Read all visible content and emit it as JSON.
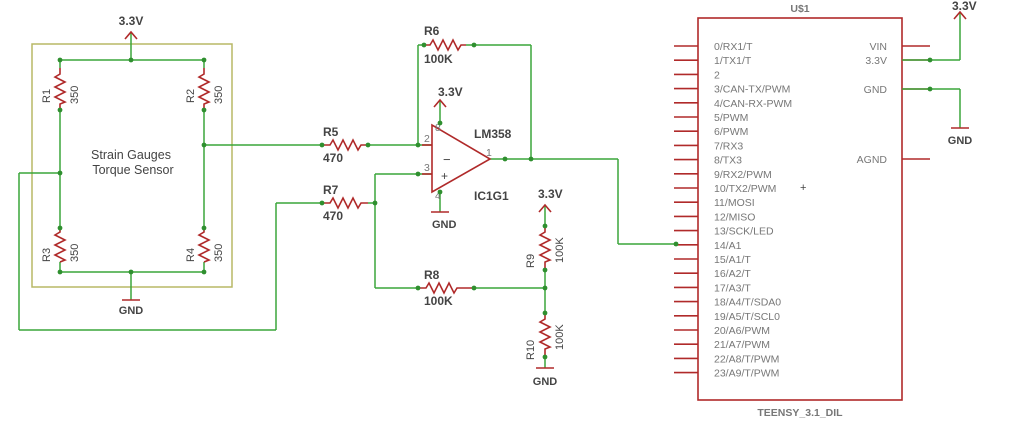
{
  "sensor_box": {
    "label_line1": "Strain Gauges",
    "label_line2": "Torque Sensor"
  },
  "bridge": {
    "supply_label": "3.3V",
    "ground_label": "GND",
    "r1": {
      "ref": "R1",
      "value": "350"
    },
    "r2": {
      "ref": "R2",
      "value": "350"
    },
    "r3": {
      "ref": "R3",
      "value": "350"
    },
    "r4": {
      "ref": "R4",
      "value": "350"
    }
  },
  "amplifier": {
    "part": "LM358",
    "ref": "IC1G1",
    "supply_label": "3.3V",
    "ground_label": "GND",
    "pin_inv": "2",
    "pin_noninv": "3",
    "pin_out": "1",
    "pin_vcc": "8",
    "pin_gnd": "4",
    "minus_sign": "−",
    "plus_sign": "+"
  },
  "resistors": {
    "r5": {
      "ref": "R5",
      "value": "470"
    },
    "r6": {
      "ref": "R6",
      "value": "100K"
    },
    "r7": {
      "ref": "R7",
      "value": "470"
    },
    "r8": {
      "ref": "R8",
      "value": "100K"
    },
    "r9": {
      "ref": "R9",
      "value": "100K"
    },
    "r10": {
      "ref": "R10",
      "value": "100K"
    }
  },
  "divider": {
    "supply_label": "3.3V",
    "ground_label": "GND"
  },
  "teensy": {
    "ref": "U$1",
    "name": "TEENSY_3.1_DIL",
    "left_pins": [
      "0/RX1/T",
      "1/TX1/T",
      "2",
      "3/CAN-TX/PWM",
      "4/CAN-RX-PWM",
      "5/PWM",
      "6/PWM",
      "7/RX3",
      "8/TX3",
      "9/RX2/PWM",
      "10/TX2/PWM",
      "11/MOSI",
      "12/MISO",
      "13/SCK/LED",
      "14/A1",
      "15/A1/T",
      "16/A2/T",
      "17/A3/T",
      "18/A4/T/SDA0",
      "19/A5/T/SCL0",
      "20/A6/PWM",
      "21/A7/PWM",
      "22/A8/T/PWM",
      "23/A9/T/PWM"
    ],
    "right_pins": [
      "VIN",
      "3.3V",
      "GND",
      "AGND"
    ],
    "supply_label": "3.3V",
    "ground_label": "GND",
    "origin_mark": "+"
  },
  "colors": {
    "wire": "#3aa63a",
    "component": "#b02a2a",
    "outline": "#b8b866",
    "text": "#444444"
  }
}
